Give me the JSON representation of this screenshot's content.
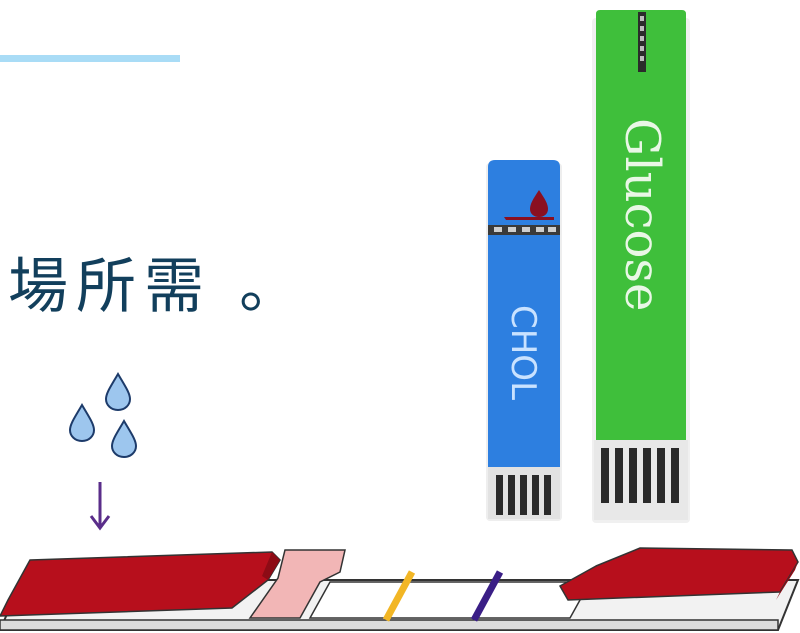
{
  "caption": {
    "text": "場所需 。"
  },
  "strips": {
    "chol_label": "CHOL",
    "glucose_label": "Glucose"
  },
  "colors": {
    "accent_bar": "#a9dcf6",
    "caption_text": "#123f5c",
    "glucose_strip": "#3fbf3b",
    "chol_strip": "#2d7fe0",
    "test_strip_pad": "#b70f1c",
    "water_drop": "#9dc6ee",
    "arrow": "#5a2d8a",
    "test_line_yellow": "#f2b625",
    "test_line_purple": "#3a1e86"
  },
  "icons": [
    "water-drop-icon",
    "down-arrow-icon"
  ]
}
